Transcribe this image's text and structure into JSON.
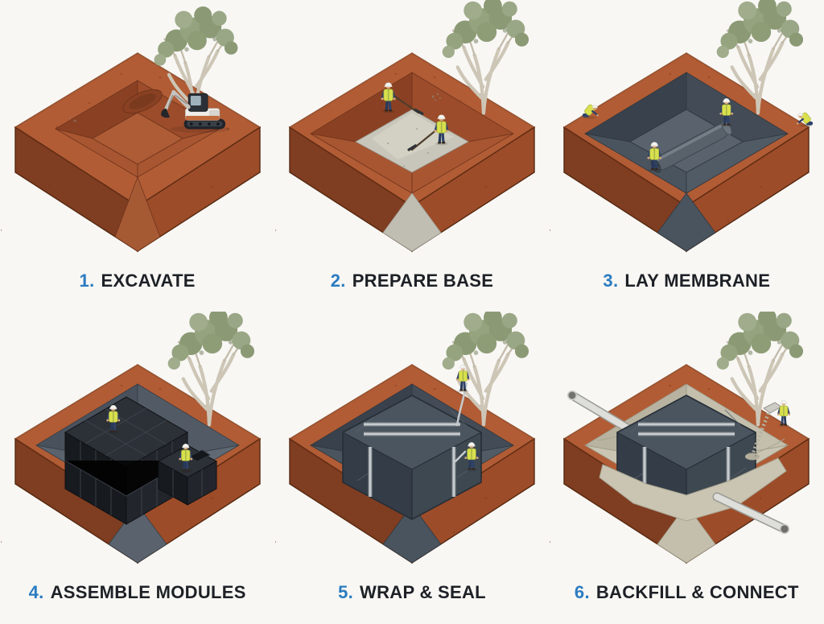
{
  "figure": {
    "background": "#f8f7f4",
    "accent_number_color": "#2b7bc0",
    "label_color": "#1d2126",
    "steps": [
      {
        "num": "1.",
        "label": "EXCAVATE",
        "illustration": "excavator digging rectangular pit in red earth beside gum tree"
      },
      {
        "num": "2.",
        "label": "PREPARE BASE",
        "illustration": "two workers raking level grey aggregate base in the pit"
      },
      {
        "num": "3.",
        "label": "LAY MEMBRANE",
        "illustration": "four workers unrolling dark geotextile membrane lining the pit"
      },
      {
        "num": "4.",
        "label": "ASSEMBLE MODULES",
        "illustration": "two workers stacking black crate modules inside the lined pit"
      },
      {
        "num": "5.",
        "label": "WRAP & SEAL",
        "illustration": "workers wrapping the module block in membrane and taping the seams"
      },
      {
        "num": "6.",
        "label": "BACKFILL & CONNECT",
        "illustration": "wrapped tank with inlet and outlet pipes, worker pouring backfill"
      }
    ],
    "palette": {
      "earth_top": "#b15c35",
      "earth_left": "#7f3d21",
      "earth_right": "#9d4c29",
      "membrane": "#4c565f",
      "module_black": "#1b1f24",
      "base_gravel": "#c8c6bb",
      "backfill": "#c9c5b2",
      "hi_vis_vest": "#d9e04e",
      "pipe": "#dededa",
      "foliage": "#93a17c",
      "trunk": "#cdc6b6"
    }
  }
}
